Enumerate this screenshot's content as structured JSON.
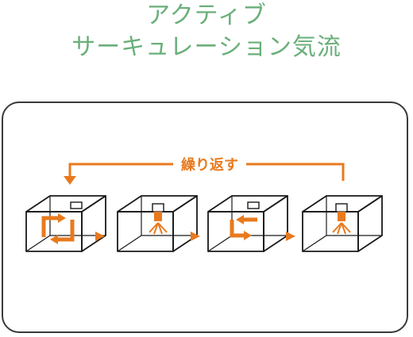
{
  "title": {
    "line1": "アクティブ",
    "line2": "サーキュレーション気流"
  },
  "loop_label": "繰り返す",
  "colors": {
    "title": "#6aaf7a",
    "accent": "#e87a1e",
    "outline": "#1a1a1a",
    "frame": "#3a3a3a"
  },
  "steps": [
    {
      "icon": "circulating-airflow-icon"
    },
    {
      "icon": "downward-airflow-icon"
    },
    {
      "icon": "circulating-airflow-icon"
    },
    {
      "icon": "downward-airflow-icon"
    }
  ]
}
